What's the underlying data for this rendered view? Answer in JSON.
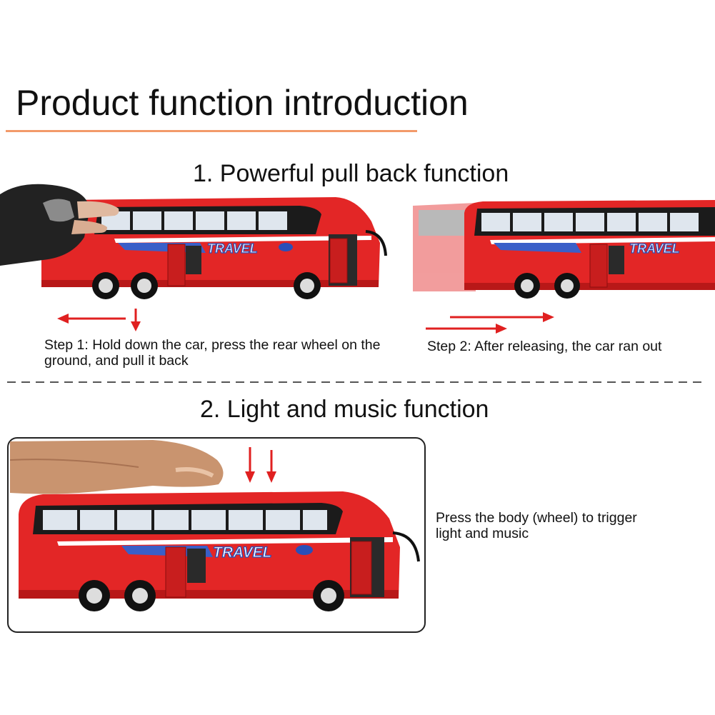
{
  "title": "Product function introduction",
  "colors": {
    "accent_line": "#f29a6a",
    "bus_red": "#e32626",
    "arrow_red": "#e02020",
    "separator": "#555555"
  },
  "section1": {
    "title": "1. Powerful pull back function",
    "step1": {
      "caption": "Step 1: Hold down the car, press the rear wheel on the ground, and pull it back"
    },
    "step2": {
      "caption": "Step 2: After releasing, the car ran out"
    }
  },
  "section2": {
    "title": "2. Light and music function",
    "caption": "Press the body (wheel) to trigger light and music"
  },
  "bus_livery_text": "TRAVEL",
  "icons": [
    "glove-hand-icon",
    "finger-hand-icon",
    "red-arrow-icon",
    "bus-image"
  ]
}
